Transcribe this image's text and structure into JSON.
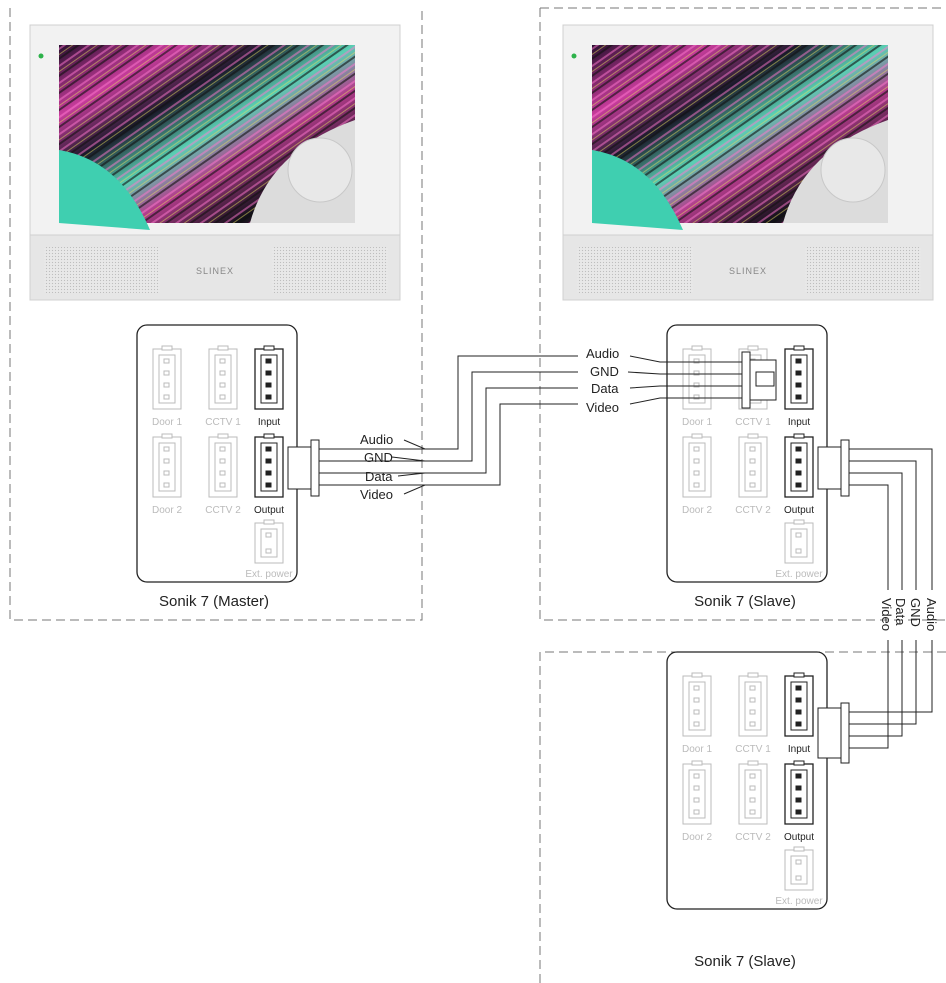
{
  "brand": "SLINEX",
  "units": [
    {
      "caption": "Sonik 7 (Master)",
      "ports": {
        "door1": "Door 1",
        "cctv1": "CCTV 1",
        "input": "Input",
        "door2": "Door 2",
        "cctv2": "CCTV 2",
        "output": "Output",
        "ext_power": "Ext. power"
      }
    },
    {
      "caption": "Sonik 7 (Slave)",
      "ports": {
        "door1": "Door 1",
        "cctv1": "CCTV 1",
        "input": "Input",
        "door2": "Door 2",
        "cctv2": "CCTV 2",
        "output": "Output",
        "ext_power": "Ext. power"
      }
    },
    {
      "caption": "Sonik 7 (Slave)",
      "ports": {
        "door1": "Door 1",
        "cctv1": "CCTV 1",
        "input": "Input",
        "door2": "Door 2",
        "cctv2": "CCTV 2",
        "output": "Output",
        "ext_power": "Ext. power"
      }
    }
  ],
  "wires": [
    "Audio",
    "GND",
    "Data",
    "Video"
  ],
  "colors": {
    "border": "#777777",
    "wire": "#222222",
    "inactive_port": "#bbbbbb",
    "led": "#2db24a",
    "monitor_frame": "#f0f0f0",
    "speaker_panel": "#e4e4e4"
  }
}
